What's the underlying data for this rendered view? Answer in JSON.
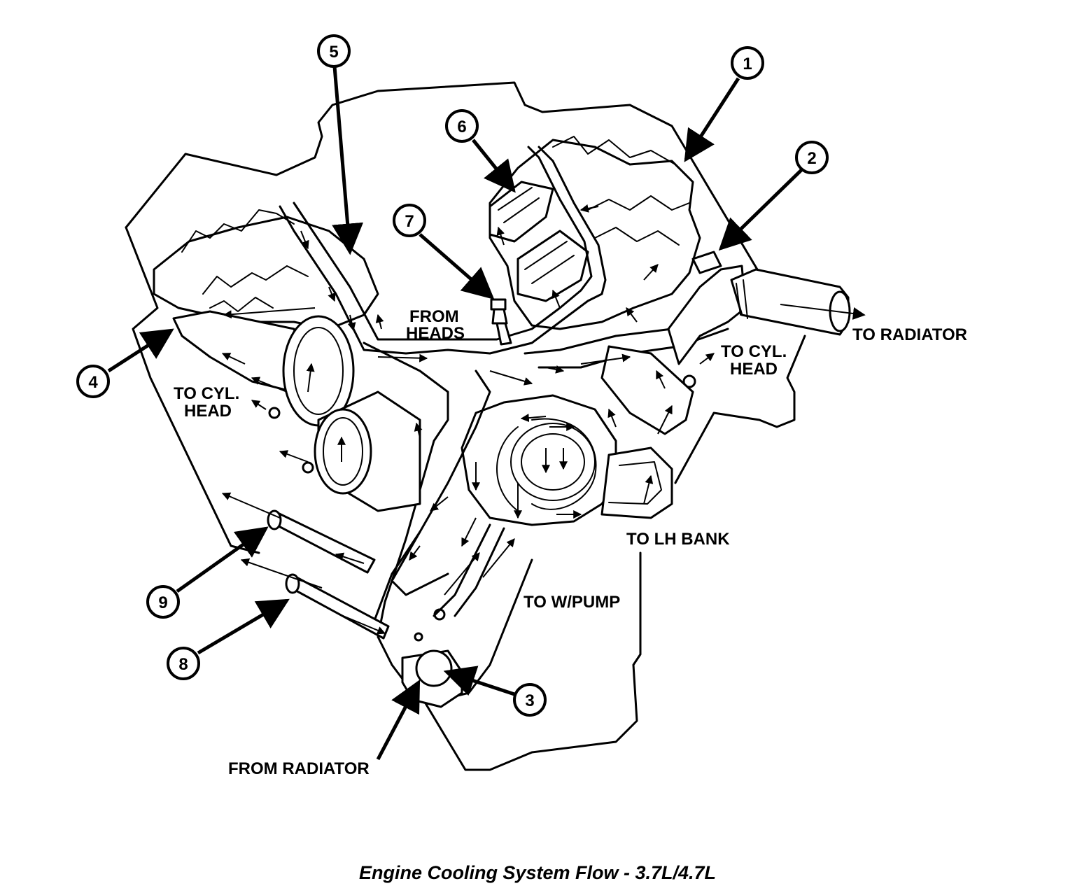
{
  "caption": "Engine Cooling System Flow - 3.7L/4.7L",
  "labels": {
    "from_heads_1": "FROM",
    "from_heads_2": "HEADS",
    "to_radiator": "TO RADIATOR",
    "to_cyl_head_right_1": "TO CYL.",
    "to_cyl_head_right_2": "HEAD",
    "to_cyl_head_left_1": "TO CYL.",
    "to_cyl_head_left_2": "HEAD",
    "to_lh_bank": "TO LH BANK",
    "to_wpump": "TO W/PUMP",
    "from_radiator": "FROM RADIATOR"
  },
  "callouts": [
    "1",
    "2",
    "3",
    "4",
    "5",
    "6",
    "7",
    "8",
    "9"
  ]
}
